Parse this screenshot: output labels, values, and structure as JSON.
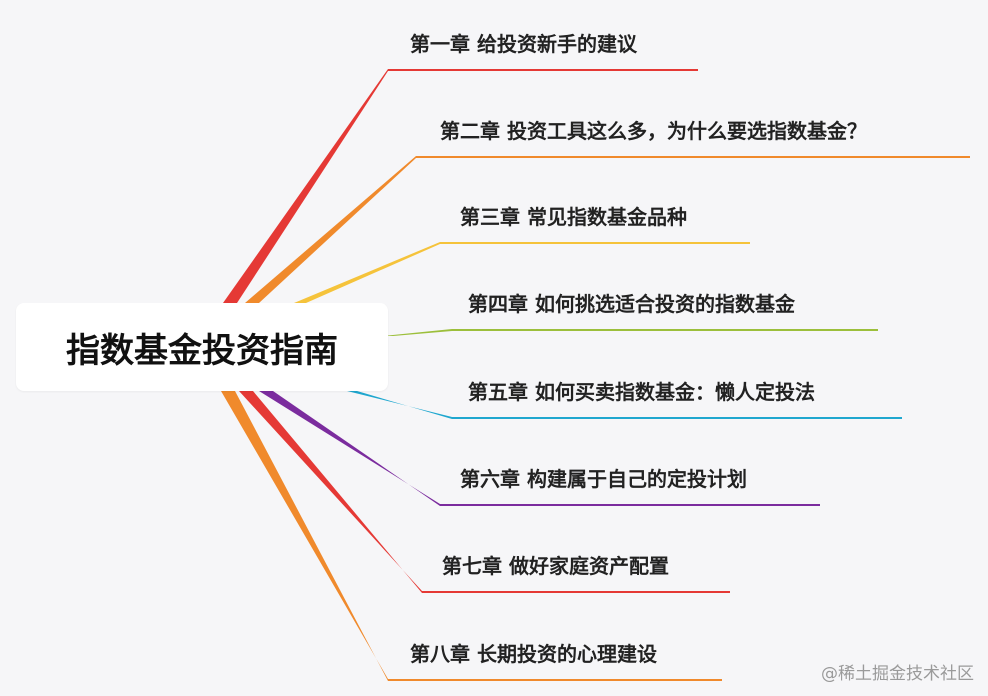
{
  "central_topic": "指数基金投资指南",
  "branches": [
    {
      "label": "第一章  给投资新手的建议",
      "color": "#e53935"
    },
    {
      "label": "第二章  投资工具这么多，为什么要选指数基金？",
      "color": "#f08a2c"
    },
    {
      "label": "第三章  常见指数基金品种",
      "color": "#f5c33b"
    },
    {
      "label": "第四章  如何挑选适合投资的指数基金",
      "color": "#9cbf3b"
    },
    {
      "label": "第五章  如何买卖指数基金：懒人定投法",
      "color": "#1fa7cf"
    },
    {
      "label": "第六章  构建属于自己的定投计划",
      "color": "#7b2c9e"
    },
    {
      "label": "第七章  做好家庭资产配置",
      "color": "#e53935"
    },
    {
      "label": "第八章  长期投资的心理建设",
      "color": "#f08a2c"
    }
  ],
  "watermark": "@稀土掘金技术社区"
}
